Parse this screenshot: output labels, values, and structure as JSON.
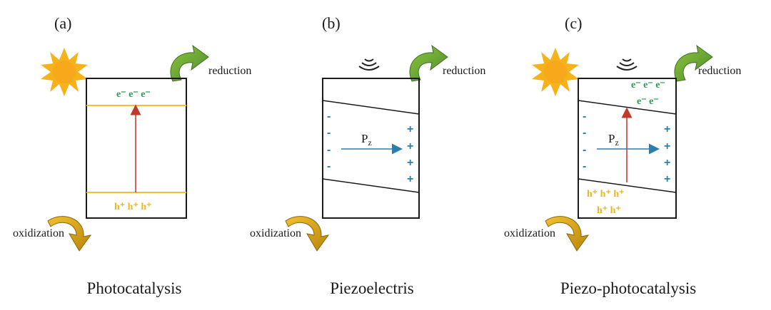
{
  "panels": [
    {
      "label": "(a)",
      "caption": "Photocatalysis",
      "electrons": "e⁻ e⁻ e⁻",
      "holes": "h⁺ h⁺ h⁺",
      "reduction": "reduction",
      "oxidization": "oxidization"
    },
    {
      "label": "(b)",
      "caption": "Piezoelectris",
      "reduction": "reduction",
      "oxidization": "oxidization",
      "polarization": "P",
      "polarization_sub": "z",
      "neg": "-",
      "pos": "+"
    },
    {
      "label": "(c)",
      "caption": "Piezo-photocatalysis",
      "electrons_line1": "e⁻ e⁻ e⁻",
      "electrons_line2": "e⁻ e⁻",
      "holes_line1": "h⁺ h⁺ h⁺",
      "holes_line2": "h⁺ h⁺",
      "reduction": "reduction",
      "oxidization": "oxidization",
      "polarization": "P",
      "polarization_sub": "z",
      "neg": "-",
      "pos": "+"
    }
  ],
  "colors": {
    "electron": "#2e9e4f",
    "hole": "#e8b820",
    "charge": "#2a7fb0",
    "excitation_arrow": "#c0392b",
    "band_line": "#f0c030",
    "reduction_arrow": "#6aa84f",
    "oxidization_arrow": "#d4a017",
    "sun": "#f6b21a"
  },
  "icons": [
    "sun-icon",
    "sound-wave-icon",
    "curved-arrow-icon"
  ]
}
